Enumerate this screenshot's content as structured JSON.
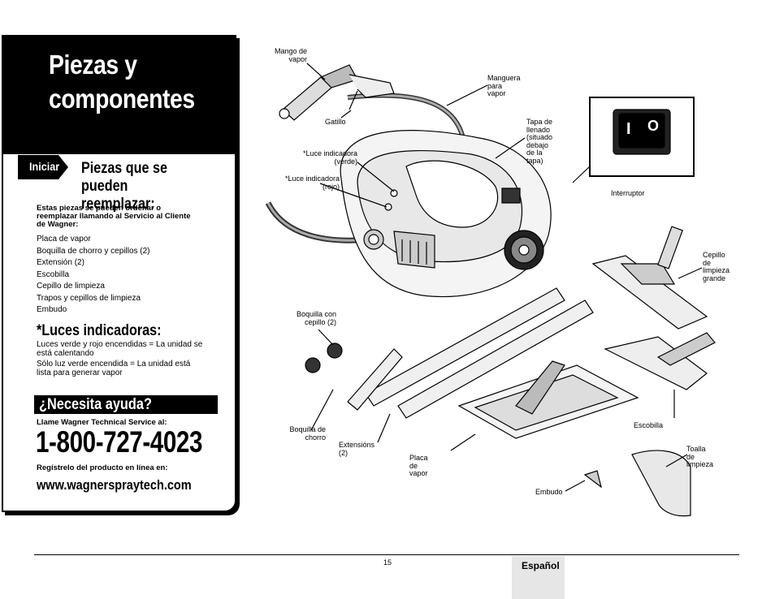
{
  "header": {
    "title": "Piezas y\ncomponentes"
  },
  "parts_section": {
    "badge": "Iniciar",
    "title": "Piezas que se pueden\nreemplazar:",
    "intro": "Estas piezas se pueden ordenar o\nreemplazar llamando al Servicio al Cliente\nde Wagner:",
    "items": [
      "Placa de vapor",
      "Boquilla de chorro y cepillos (2)",
      "Extensión (2)",
      "Escobilla",
      "Cepillo de limpieza",
      "Trapos y cepillos de limpieza",
      "Embudo"
    ]
  },
  "lights_section": {
    "title": "*Luces indicadoras:",
    "line1": "Luces verde y rojo encendidas = La unidad se\nestá calentando",
    "line2": "Sólo luz verde encendida = La unidad está\nlista para generar vapor"
  },
  "help_section": {
    "title": "¿Necesita ayuda?",
    "call_label": "Llame Wagner Technical Service al:",
    "phone": "1-800-727-4023",
    "register_label": "Regístrelo del producto en línea en:",
    "url": "www.wagnerspraytech.com"
  },
  "diagram_labels": {
    "mango": "Mango de\nvapor",
    "manguera": "Manguera\npara vapor",
    "gatillo": "Gatillo",
    "tapa": "Tapa de llenado\n(situado debajo\nde la tapa)",
    "luz_verde": "*Luce indicadora\n(verde)",
    "luz_rojo": "*Luce indicadora\n(rojo)",
    "interruptor": "Interruptor",
    "cepillo_grande": "Cepillo de\nlimpieza\ngrande",
    "boquilla_cepillo": "Boquilla con\ncepillo (2)",
    "boquilla_chorro": "Boquilla de\nchorro",
    "extensiones": "Extensións (2)",
    "placa": "Placa de vapor",
    "escobilla": "Escobilla",
    "toalla": "Toalla de\nlimpieza",
    "embudo": "Embudo",
    "switch_on": "I",
    "switch_off": "O"
  },
  "footer": {
    "page_number": "15",
    "language": "Español"
  }
}
